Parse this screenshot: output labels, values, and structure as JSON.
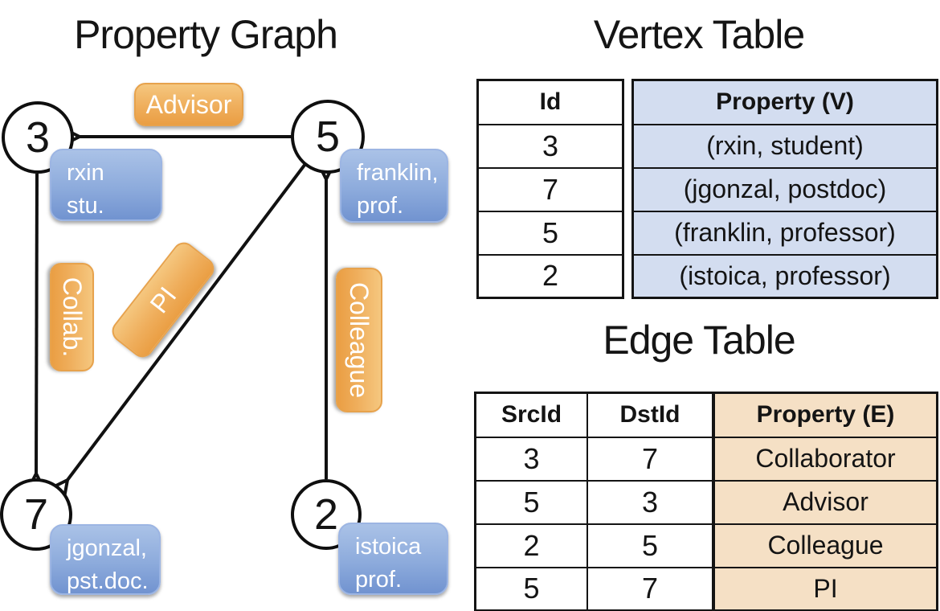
{
  "graph": {
    "title": "Property Graph",
    "nodes": [
      {
        "id": "3",
        "property_line1": "rxin",
        "property_line2": "stu."
      },
      {
        "id": "5",
        "property_line1": "franklin,",
        "property_line2": "prof."
      },
      {
        "id": "7",
        "property_line1": "jgonzal,",
        "property_line2": "pst.doc."
      },
      {
        "id": "2",
        "property_line1": "istoica",
        "property_line2": "prof."
      }
    ],
    "edges": [
      {
        "label": "Advisor",
        "from": "5",
        "to": "3"
      },
      {
        "label": "Collab.",
        "from": "3",
        "to": "7"
      },
      {
        "label": "PI",
        "from": "5",
        "to": "7"
      },
      {
        "label": "Colleague",
        "from": "2",
        "to": "5"
      }
    ]
  },
  "vertex_table": {
    "title": "Vertex Table",
    "columns": {
      "id": "Id",
      "property": "Property (V)"
    },
    "rows": [
      {
        "id": "3",
        "property": "(rxin, student)"
      },
      {
        "id": "7",
        "property": "(jgonzal, postdoc)"
      },
      {
        "id": "5",
        "property": "(franklin, professor)"
      },
      {
        "id": "2",
        "property": "(istoica, professor)"
      }
    ]
  },
  "edge_table": {
    "title": "Edge Table",
    "columns": {
      "src": "SrcId",
      "dst": "DstId",
      "property": "Property (E)"
    },
    "rows": [
      {
        "src": "3",
        "dst": "7",
        "property": "Collaborator"
      },
      {
        "src": "5",
        "dst": "3",
        "property": "Advisor"
      },
      {
        "src": "2",
        "dst": "5",
        "property": "Colleague"
      },
      {
        "src": "5",
        "dst": "7",
        "property": "PI"
      }
    ]
  },
  "colors": {
    "node_fill": "#ffffff",
    "line_color": "#111111",
    "edge_label_fill_top": "#f5c77f",
    "edge_label_fill_bottom": "#ea9e43",
    "vertex_label_fill_top": "#aac2e7",
    "vertex_label_fill_bottom": "#7193d0",
    "vertex_table_fill": "#d3ddf0",
    "edge_table_fill": "#f5e0c5"
  }
}
